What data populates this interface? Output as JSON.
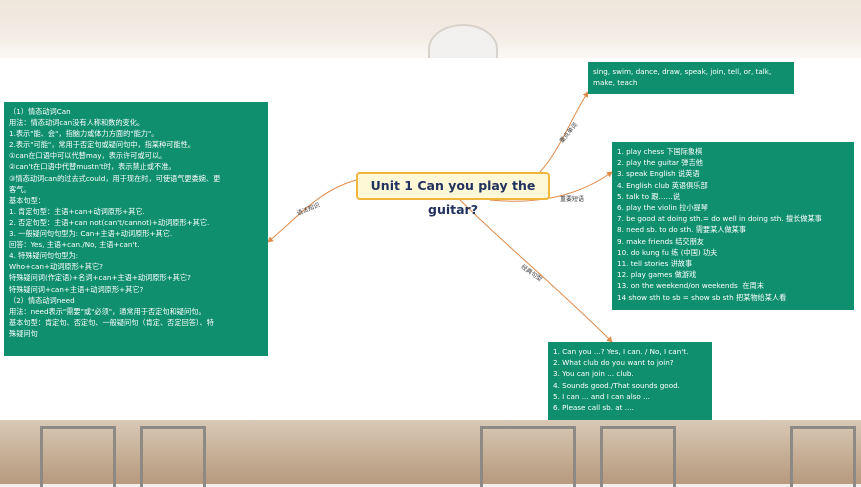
{
  "central_topic": "Unit 1 Can you play the guitar?",
  "branches": {
    "grammar_label": "语法知识",
    "vocab_label": "重点单词",
    "phrases_label": "重要短语",
    "sentences_label": "经典句型"
  },
  "grammar_box": {
    "lines": [
      "（1）情态动词Can",
      "用法：情态动词can没有人称和数的变化。",
      "1.表示\"能、会\"，指脑力或体力方面的\"能力\"。",
      "2.表示\"可能\"，常用于否定句或疑问句中，指某种可能性。",
      "①can在口语中可以代替may，表示许可或可以。",
      "②can't在口语中代替mustn't时，表示禁止或不准。",
      "③情态动词can的过去式could，用于现在时，可使语气更委婉、更",
      "客气。",
      "基本句型：",
      "1. 肯定句型：主语+can+动词原形+其它.",
      "2. 否定句型：主语+can not(can't/cannot)+动词原形+其它.",
      "3. 一般疑问句句型为: Can+主语+动词原形+其它.",
      "回答：Yes, 主语+can./No, 主语+can't.",
      "4. 特殊疑问句句型为:",
      "Who+can+动词原形+其它?",
      "特殊疑问词(作定语)+名词+can+主语+动词原形+其它?",
      "特殊疑问词+can+主语+动词原形+其它?",
      "（2）情态动词need",
      "用法：need表示\"需要\"或\"必须\"，通常用于否定句和疑问句。",
      "基本句型：肯定句、否定句、一般疑问句（肯定、否定回答）、特",
      "殊疑问句"
    ]
  },
  "vocab_box": {
    "lines": [
      "sing, swim, dance, draw, speak, join, tell, or, talk,",
      "make, teach"
    ]
  },
  "phrases_box": {
    "lines": [
      "1. play chess 下国际象棋",
      "2. play the guitar 弹吉他",
      "3. speak English 说英语",
      "4. English club 英语俱乐部",
      "5. talk to 跟……说",
      "6. play the violin 拉小提琴",
      "7. be good at doing sth.= do well in doing sth. 擅长做某事",
      "8. need sb. to do sth. 需要某人做某事",
      "9. make friends 结交朋友",
      "10. do kung fu 练 (中国) 功夫",
      "11. tell stories 讲故事",
      "12. play games 做游戏",
      "13. on the weekend/on weekends  在周末",
      "14 show sth to sb = show sb sth 把某物给某人看"
    ]
  },
  "sentences_box": {
    "lines": [
      "1. Can you ...? Yes, I can. / No, I can't.",
      "2. What club do you want to join?",
      "3. You can join ... club.",
      "4. Sounds good./That sounds good.",
      "5. I can ... and I can also ...",
      "6. Please call sb. at ...."
    ]
  },
  "colors": {
    "box_green": "#0f8f6e",
    "topic_fill": "#fff8d6",
    "topic_border": "#f0b53c",
    "connector": "#e08a4a"
  }
}
